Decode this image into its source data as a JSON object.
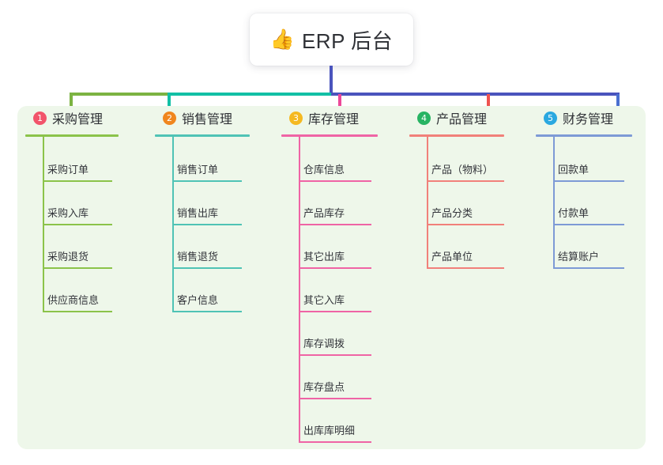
{
  "title": {
    "emoji": "👍",
    "emoji_name": "thumbs-up-icon",
    "text": "ERP 后台"
  },
  "palette": {
    "page_bg": "#ffffff",
    "panel_bg": "#eef7ea",
    "main_connector": "#4a54bd",
    "bus_left": "#7cb342",
    "bus_mid": "#12c0a5",
    "bus_right": "#4a54bd",
    "text": "#2f3136"
  },
  "connectors": {
    "stub_colors": [
      "#7cb342",
      "#12c0a5",
      "#ec4899",
      "#ef5350",
      "#4a6fd0"
    ]
  },
  "columns": [
    {
      "index": "1",
      "title": "采购管理",
      "badge_color": "#f2546b",
      "line_color": "#8bc34a",
      "items": [
        "采购订单",
        "采购入库",
        "采购退货",
        "供应商信息"
      ]
    },
    {
      "index": "2",
      "title": "销售管理",
      "badge_color": "#f0861e",
      "line_color": "#4fc3b5",
      "items": [
        "销售订单",
        "销售出库",
        "销售退货",
        "客户信息"
      ]
    },
    {
      "index": "3",
      "title": "库存管理",
      "badge_color": "#f5b921",
      "line_color": "#ef64a5",
      "items": [
        "仓库信息",
        "产品库存",
        "其它出库",
        "其它入库",
        "库存调拨",
        "库存盘点",
        "出库库明细"
      ]
    },
    {
      "index": "4",
      "title": "产品管理",
      "badge_color": "#28b463",
      "line_color": "#f1807a",
      "items": [
        "产品（物料）",
        "产品分类",
        "产品单位"
      ]
    },
    {
      "index": "5",
      "title": "财务管理",
      "badge_color": "#2aa8e0",
      "line_color": "#7d9ad6",
      "items": [
        "回款单",
        "付款单",
        "结算账户"
      ]
    }
  ]
}
